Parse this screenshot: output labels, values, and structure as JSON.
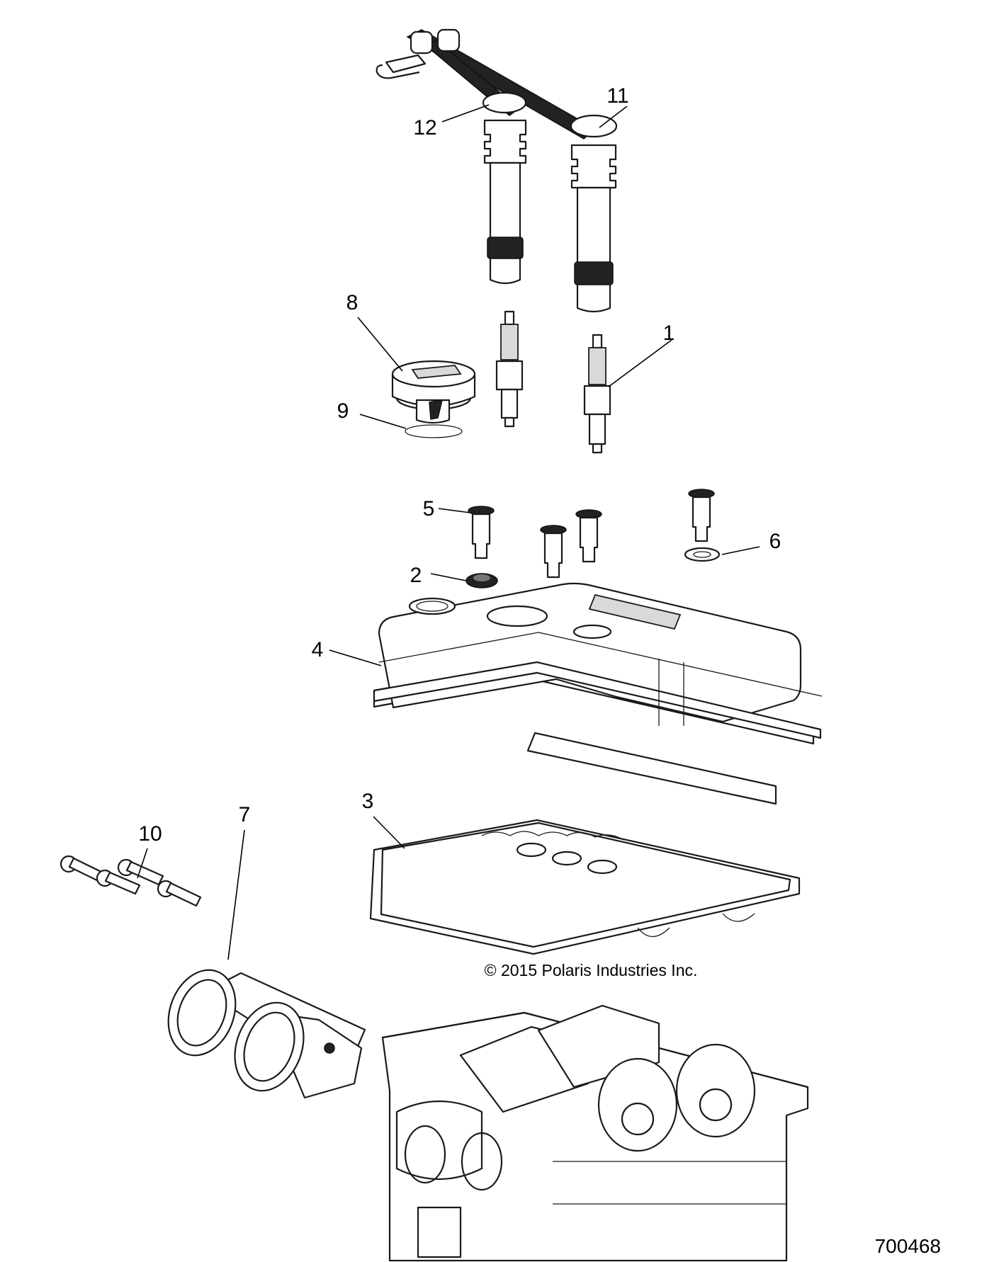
{
  "callouts": {
    "c1": "1",
    "c2": "2",
    "c3": "3",
    "c4": "4",
    "c5": "5",
    "c6": "6",
    "c7": "7",
    "c8": "8",
    "c9": "9",
    "c10": "10",
    "c11": "11",
    "c12": "12"
  },
  "copyright": "© 2015 Polaris Industries Inc.",
  "drawing_number": "700468"
}
